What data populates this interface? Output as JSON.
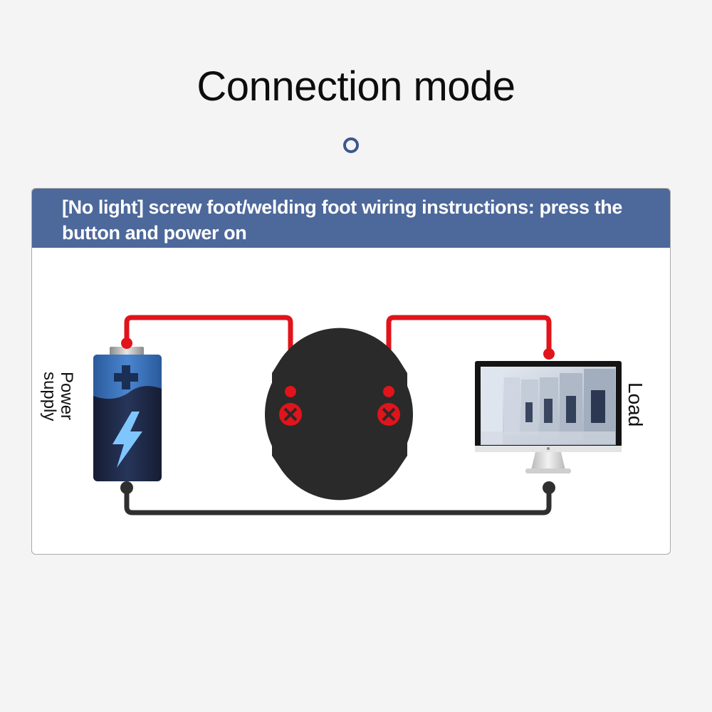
{
  "page": {
    "title": "Connection mode"
  },
  "panel": {
    "header_text": "[No light] screw foot/welding foot wiring instructions: press the button and power on"
  },
  "diagram": {
    "power_supply_label": "Power\nsupply",
    "load_label": "Load",
    "colors": {
      "header": "#4d689a",
      "wire_positive": "#e0141a",
      "wire_negative": "#2f2f2f",
      "battery_top": "#3a6fb3",
      "battery_bottom": "#1f2a45",
      "switch_body": "#2a2a2a",
      "accent_dot": "#3b578f"
    },
    "icons": [
      "battery-icon",
      "lightning-bolt-icon",
      "push-button-switch-icon",
      "monitor-icon"
    ]
  }
}
